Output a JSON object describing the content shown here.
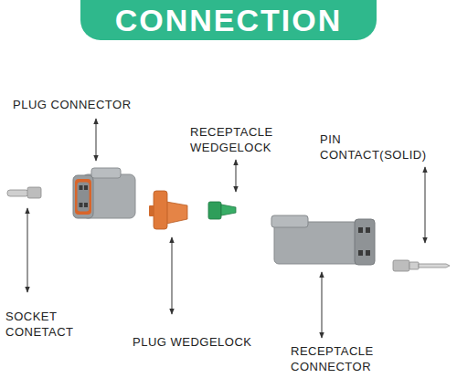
{
  "diagram": {
    "title": "CONNECTION",
    "labels": [
      "PLUG CONNECTOR",
      "RECEPTACLE WEDGELOCK",
      "PIN CONTACT(SOLID)",
      "SOCKET CONETACT",
      "PLUG WEDGELOCK",
      "RECEPTACLE CONNECTOR"
    ]
  }
}
